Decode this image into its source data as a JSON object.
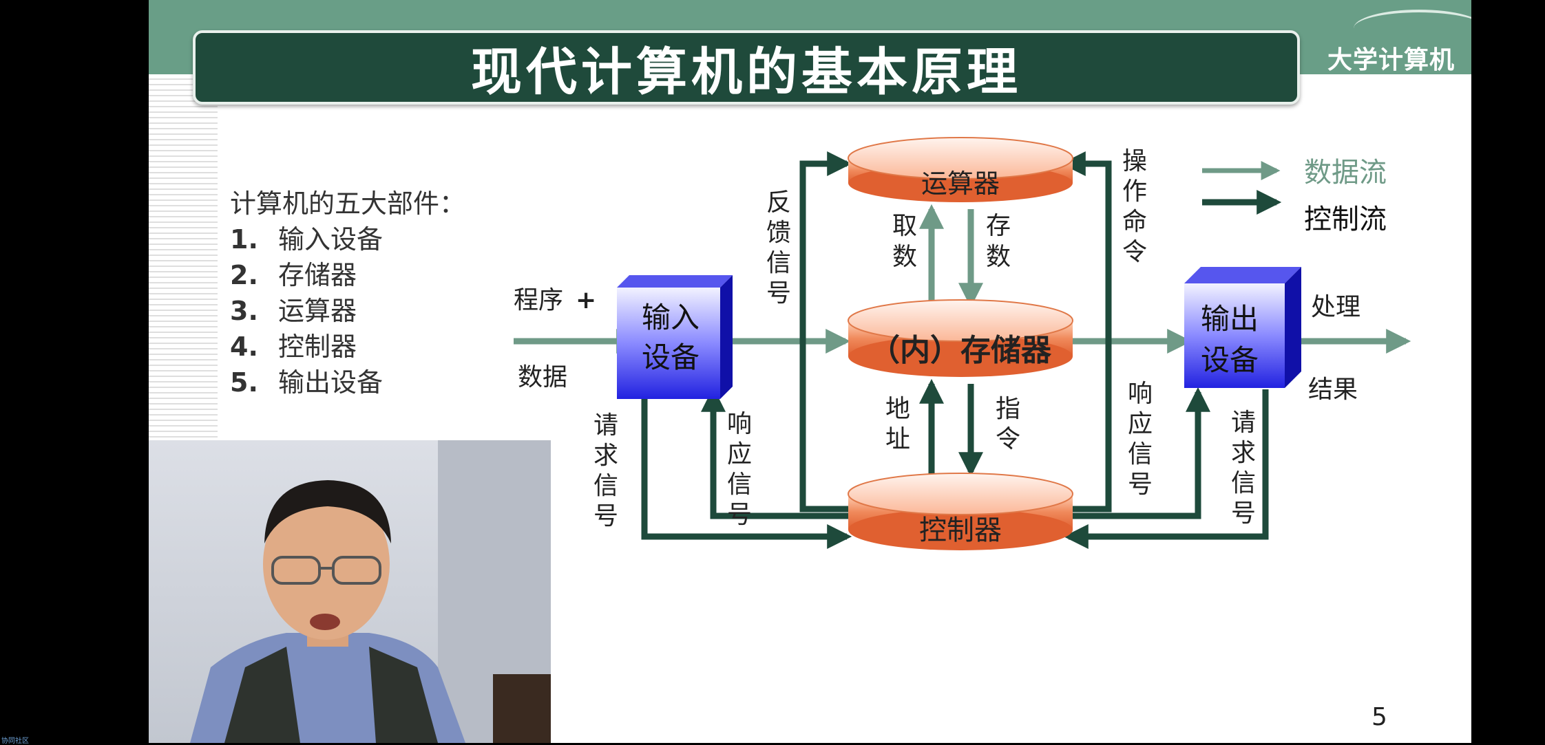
{
  "slide": {
    "title": "现代计算机的基本原理",
    "logo": "大学计算机",
    "page_number": "5"
  },
  "components": {
    "heading": "计算机的五大部件：",
    "items": [
      {
        "num": "1.",
        "label": "输入设备"
      },
      {
        "num": "2.",
        "label": "存储器"
      },
      {
        "num": "3.",
        "label": "运算器"
      },
      {
        "num": "4.",
        "label": "控制器"
      },
      {
        "num": "5.",
        "label": "输出设备"
      }
    ]
  },
  "diagram": {
    "alu": "运算器",
    "memory": "（内）存储器",
    "controller": "控制器",
    "input_device": [
      "输入",
      "设备"
    ],
    "output_device": [
      "输出",
      "设备"
    ],
    "input_label_top": "程序",
    "input_label_plus": "+",
    "input_label_bottom": "数据",
    "output_label_top": "处理",
    "output_label_bottom": "结果",
    "fetch": [
      "取",
      "数"
    ],
    "store": [
      "存",
      "数"
    ],
    "address": [
      "地",
      "址"
    ],
    "instruction": [
      "指",
      "令"
    ],
    "feedback": [
      "反",
      "馈",
      "信",
      "号"
    ],
    "operation_command": [
      "操",
      "作",
      "命",
      "令"
    ],
    "response_right": [
      "响",
      "应",
      "信",
      "号"
    ],
    "request_left": [
      "请",
      "求",
      "信",
      "号"
    ],
    "response_left": [
      "响",
      "应",
      "信",
      "号"
    ],
    "request_right": [
      "请",
      "求",
      "信",
      "号"
    ]
  },
  "legend": {
    "data_flow": "数据流",
    "control_flow": "控制流"
  },
  "colors": {
    "band": "#699e87",
    "title_bg": "#1f4a3b",
    "data_arrow": "#6f9a87",
    "control_arrow": "#1e4a3b",
    "cylinder": "#f08a5c",
    "device": "#2a2ae0",
    "legend_data_text": "#6f9a87"
  },
  "bottom_corner": "协同社区"
}
